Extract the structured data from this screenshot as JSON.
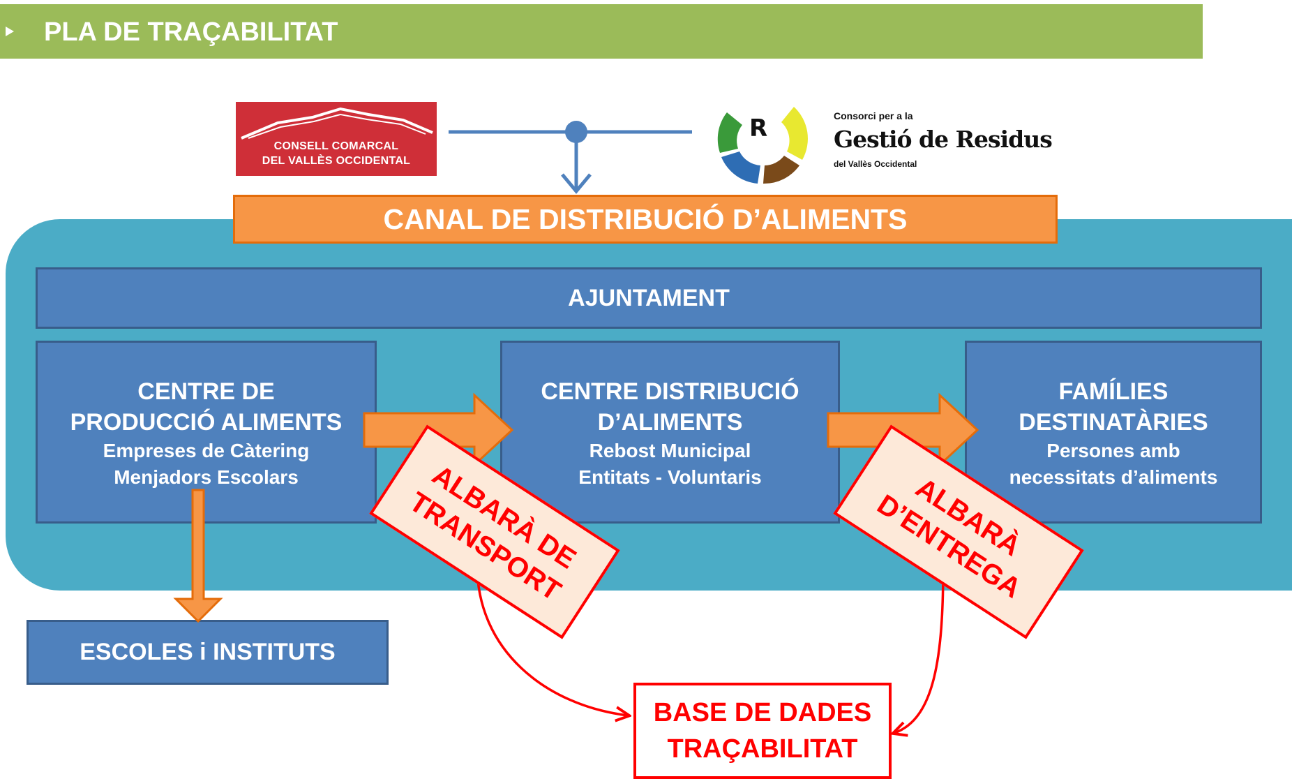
{
  "header": {
    "title": "PLA DE TRAÇABILITAT"
  },
  "logos": {
    "consell": {
      "line1": "CONSELL COMARCAL",
      "line2": "DEL VALLÈS OCCIDENTAL"
    },
    "consorci": {
      "mark": "R",
      "small": "Consorci per a la",
      "name": "Gestió de Residus",
      "sub": "del Vallès Occidental"
    }
  },
  "canal": "CANAL DE DISTRIBUCIÓ D’ALIMENTS",
  "ajuntament": "AJUNTAMENT",
  "boxes": {
    "produccio": {
      "title1": "CENTRE DE",
      "title2": "PRODUCCIÓ ALIMENTS",
      "sub1": "Empreses de Càtering",
      "sub2": "Menjadors Escolars"
    },
    "distribucio": {
      "title1": "CENTRE DISTRIBUCIÓ",
      "title2": "D’ALIMENTS",
      "sub1": "Rebost Municipal",
      "sub2": "Entitats - Voluntaris"
    },
    "families": {
      "title1": "FAMÍLIES",
      "title2": "DESTINATÀRIES",
      "sub1": "Persones amb",
      "sub2": "necessitats d’aliments"
    }
  },
  "escoles": "ESCOLES i INSTITUTS",
  "albara_transport": {
    "line1": "ALBARÀ DE",
    "line2": "TRANSPORT"
  },
  "albara_entrega": {
    "line1": "ALBARÀ",
    "line2": "D’ENTREGA"
  },
  "base_dades": {
    "line1": "BASE DE DADES",
    "line2": "TRAÇABILITAT"
  },
  "colors": {
    "header": "#9bbb59",
    "panel": "#4bacc6",
    "box": "#4f81bd",
    "box_border": "#385d8a",
    "arrow": "#f79646",
    "albara_fill": "#fde9d9",
    "red": "#ff0000",
    "connector": "#4f81bd"
  }
}
